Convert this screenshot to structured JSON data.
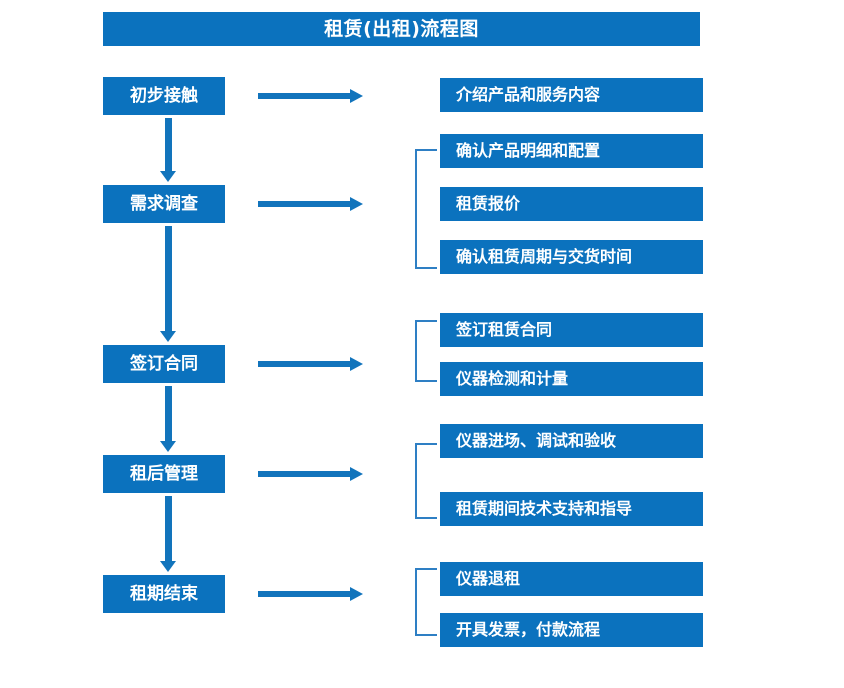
{
  "title": "租赁(出租)流程图",
  "theme": {
    "box_blue": "#0B72BE",
    "arrow_blue": "#1274BC",
    "bracket_blue": "#2E7FC4",
    "text_white": "#FFFFFF",
    "background": "#FFFFFF"
  },
  "stages": [
    {
      "label": "初步接触"
    },
    {
      "label": "需求调查"
    },
    {
      "label": "签订合同"
    },
    {
      "label": "租后管理"
    },
    {
      "label": "租期结束"
    }
  ],
  "detail_groups": [
    {
      "stage": "初步接触",
      "has_bracket": false,
      "items": [
        {
          "label": "介绍产品和服务内容"
        }
      ]
    },
    {
      "stage": "需求调查",
      "has_bracket": true,
      "items": [
        {
          "label": "确认产品明细和配置"
        },
        {
          "label": "租赁报价"
        },
        {
          "label": "确认租赁周期与交货时间"
        }
      ]
    },
    {
      "stage": "签订合同",
      "has_bracket": true,
      "items": [
        {
          "label": "签订租赁合同"
        },
        {
          "label": "仪器检测和计量"
        }
      ]
    },
    {
      "stage": "租后管理",
      "has_bracket": true,
      "items": [
        {
          "label": "仪器进场、调试和验收"
        },
        {
          "label": "租赁期间技术支持和指导"
        }
      ]
    },
    {
      "stage": "租期结束",
      "has_bracket": true,
      "items": [
        {
          "label": "仪器退租"
        },
        {
          "label": "开具发票，付款流程"
        }
      ]
    }
  ]
}
